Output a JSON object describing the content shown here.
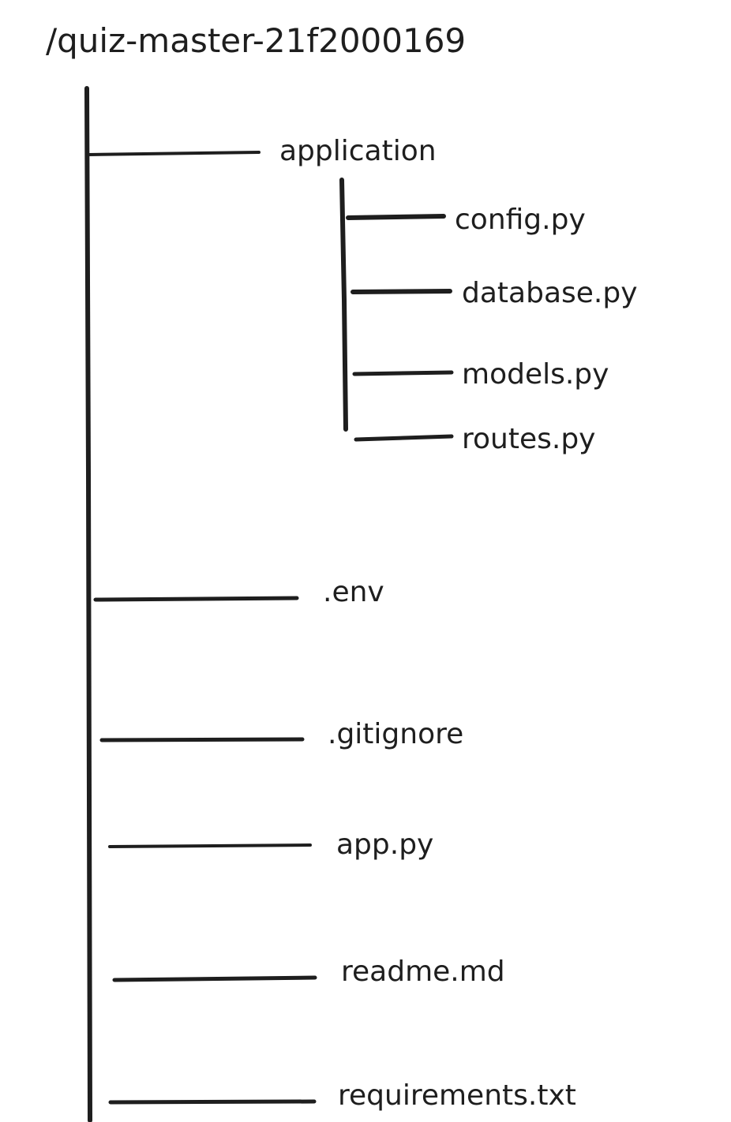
{
  "root": {
    "label": "/quiz-master-21f2000169"
  },
  "application": {
    "label": "application",
    "children": [
      {
        "label": "config.py"
      },
      {
        "label": "database.py"
      },
      {
        "label": "models.py"
      },
      {
        "label": "routes.py"
      }
    ]
  },
  "files": [
    {
      "label": ".env"
    },
    {
      "label": ".gitignore"
    },
    {
      "label": "app.py"
    },
    {
      "label": "readme.md"
    },
    {
      "label": "requirements.txt"
    }
  ]
}
